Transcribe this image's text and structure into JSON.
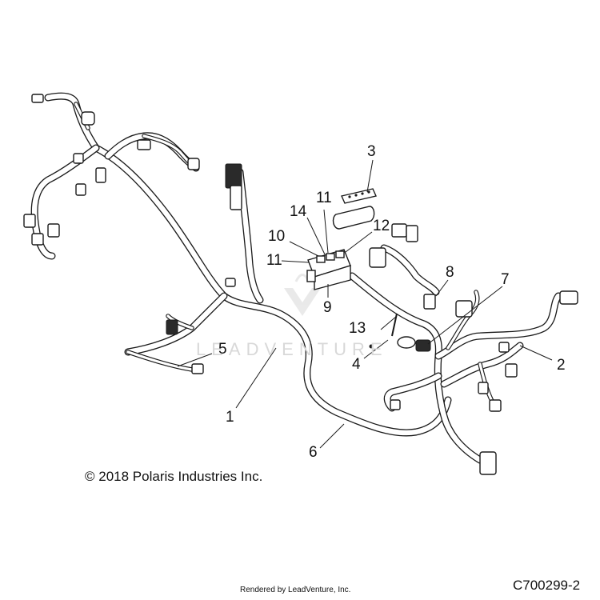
{
  "diagram": {
    "callouts": [
      "1",
      "2",
      "3",
      "4",
      "5",
      "6",
      "7",
      "8",
      "9",
      "10",
      "11",
      "11",
      "12",
      "13",
      "14"
    ],
    "copyright": "© 2018 Polaris Industries Inc.",
    "rendered_by": "Rendered by LeadVenture, Inc.",
    "drawing_id": "C700299-2",
    "watermark_text": "LEADVENTURE"
  }
}
